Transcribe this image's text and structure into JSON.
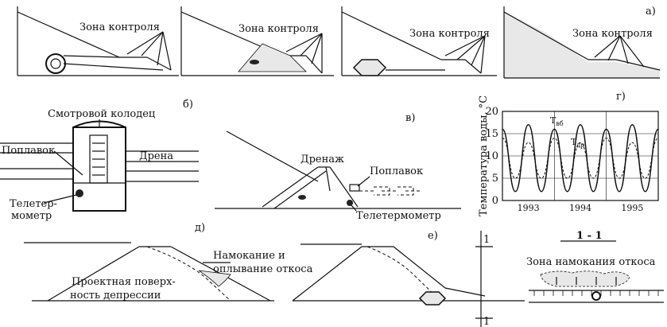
{
  "panel_a": {
    "zone_label_1": "Зона контроля",
    "zone_label_2": "Зона контроля",
    "zone_label_3": "Зона контроля",
    "zone_label_4": "Зона контроля",
    "tag": "а)"
  },
  "panel_b": {
    "tag": "б)",
    "well_label": "Смотровой колодец",
    "float_label": "Поплавок",
    "drain_label": "Дрена",
    "thermometer_label_1": "Телетер-",
    "thermometer_label_2": "мометр"
  },
  "panel_v": {
    "tag": "в)",
    "drainage_label": "Дренаж",
    "float_label": "Поплавок",
    "thermometer_label": "Телетермометр"
  },
  "panel_g": {
    "tag": "г)",
    "ylabel": "Температура воды, °С",
    "series_label_1": "Т",
    "series_label_1_sub": "вб",
    "series_label_2": "Т",
    "series_label_2_sub": "др"
  },
  "panel_d": {
    "tag": "д)",
    "wetting_label_1": "Намокание и",
    "wetting_label_2": "оплывание откоса",
    "depression_label_1": "Проектная поверх-",
    "depression_label_2": "ность депрессии"
  },
  "panel_e": {
    "tag": "е)",
    "section_mark": "1",
    "section_mark_bottom": "1"
  },
  "section": {
    "title": "1 - 1",
    "zone_label": "Зона намокания откоса"
  },
  "chart_data": {
    "type": "line",
    "x_ticks": [
      "1993",
      "1994",
      "1995"
    ],
    "ylim": [
      0,
      20
    ],
    "y_ticks": [
      "0",
      "5",
      "10",
      "15",
      "20"
    ],
    "ylabel": "Температура воды, °С",
    "series": [
      {
        "name": "Твб",
        "style": "solid",
        "x": [
          1993.0,
          1993.25,
          1993.5,
          1993.75,
          1994.0,
          1994.25,
          1994.5,
          1994.75,
          1995.0,
          1995.25,
          1995.5,
          1995.75,
          1996.0
        ],
        "values": [
          16,
          2,
          17,
          2,
          16,
          2,
          17,
          2,
          16,
          2,
          17,
          2,
          16
        ]
      },
      {
        "name": "Тдр",
        "style": "dashed",
        "x": [
          1993.0,
          1993.25,
          1993.5,
          1993.75,
          1994.0,
          1994.25,
          1994.5,
          1994.75,
          1995.0,
          1995.25,
          1995.5,
          1995.75,
          1996.0
        ],
        "values": [
          14,
          5,
          13,
          5,
          14,
          5,
          13,
          5,
          14,
          5,
          13,
          5,
          14
        ]
      }
    ]
  }
}
